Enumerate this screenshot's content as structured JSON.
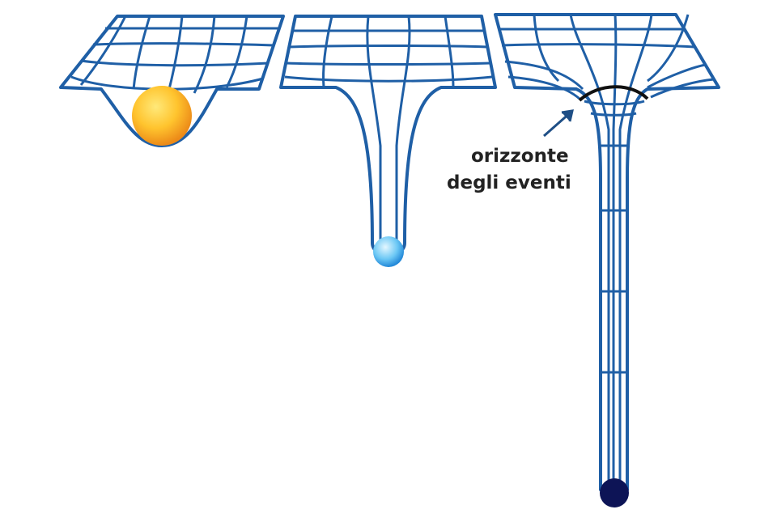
{
  "annotation": {
    "line1": "orizzonte",
    "line2": "degli eventi"
  },
  "colors": {
    "grid_stroke": "#1f5fa6",
    "grid_fill": "#ffffff",
    "star_light": "#ffd84a",
    "star_dark": "#f08c1a",
    "neutron_light": "#d6f2ff",
    "neutron_dark": "#2d9fe6",
    "black_hole": "#0d1456",
    "horizon_arc": "#111111",
    "pointer": "#1f4f86"
  },
  "panels": [
    {
      "name": "star-well",
      "object": "star"
    },
    {
      "name": "neutron-star-well",
      "object": "neutron-star"
    },
    {
      "name": "black-hole-well",
      "object": "black-hole"
    }
  ]
}
